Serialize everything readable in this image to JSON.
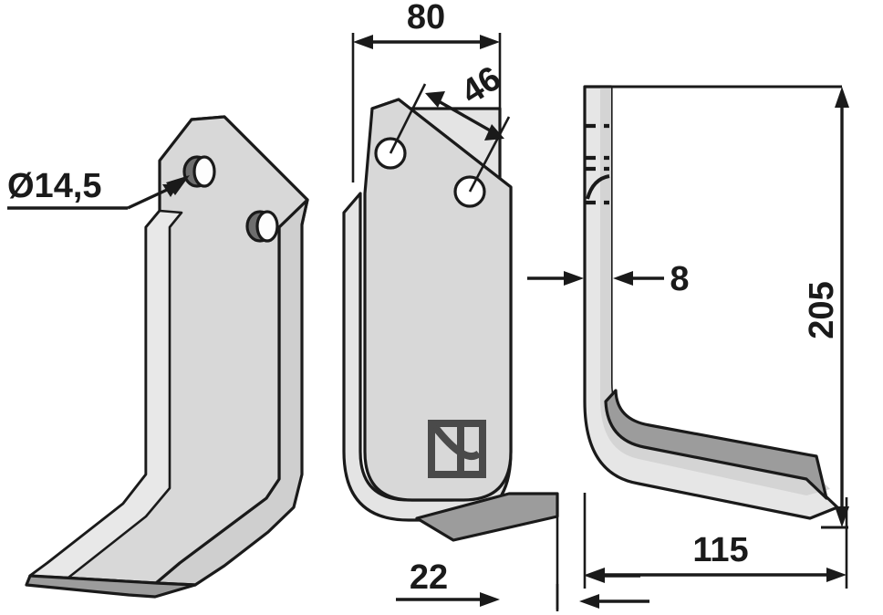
{
  "drawing": {
    "type": "engineering-technical-drawing",
    "subject": "L-shaped tiller / rotary hoe blade",
    "views": [
      {
        "id": "isometric",
        "name": "3D isometric view",
        "position": "left"
      },
      {
        "id": "front",
        "name": "front elevation view",
        "position": "center"
      },
      {
        "id": "side",
        "name": "side profile view",
        "position": "right"
      }
    ],
    "background_color": "#ffffff",
    "line_color": "#1a1a1a",
    "body_fill": "#d8d8d8",
    "body_fill_light": "#e4e4e4",
    "bevel_fill": "#9c9c9c",
    "bevel_fill_dark": "#8e8e8e",
    "hole_shadow": "#6e6e6e"
  },
  "dimensions": {
    "width_top": {
      "value": "80",
      "unit": "mm",
      "orientation": "horizontal",
      "view": "front"
    },
    "hole_spacing": {
      "value": "46",
      "unit": "mm",
      "orientation": "angled",
      "view": "front"
    },
    "hole_diameter": {
      "value": "Ø14,5",
      "unit": "mm",
      "orientation": "horizontal",
      "view": "isometric"
    },
    "thickness": {
      "value": "8",
      "unit": "mm",
      "orientation": "horizontal",
      "view": "side"
    },
    "height": {
      "value": "205",
      "unit": "mm",
      "orientation": "vertical",
      "view": "side"
    },
    "foot_length": {
      "value": "115",
      "unit": "mm",
      "orientation": "horizontal",
      "view": "side"
    },
    "edge_offset": {
      "value": "22",
      "unit": "mm",
      "orientation": "horizontal",
      "view": "front"
    }
  },
  "marks": {
    "logo": {
      "name": "manufacturer-stamp",
      "shape": "square-with-arc-and-divider",
      "color": "#4a4a4a"
    }
  },
  "holes": [
    {
      "id": "upper-hole",
      "label": "Ø14,5"
    },
    {
      "id": "lower-hole",
      "label": "Ø14,5"
    }
  ]
}
